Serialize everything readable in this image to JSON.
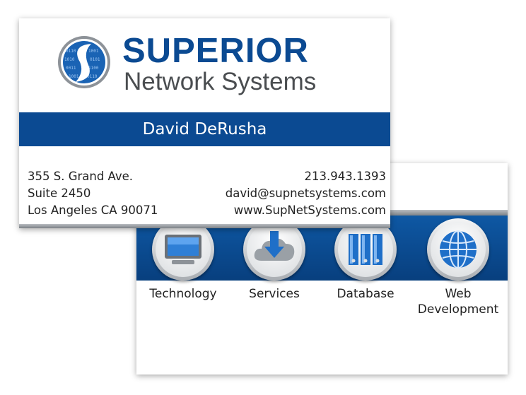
{
  "front": {
    "brand_line1": "SUPERIOR",
    "brand_line2": "Network Systems",
    "name": "David DeRusha",
    "address": [
      "355 S. Grand Ave.",
      "Suite 2450",
      "Los Angeles CA 90071"
    ],
    "contact": [
      "213.943.1393",
      "david@supnetsystems.com",
      "www.SupNetSystems.com"
    ]
  },
  "back": {
    "services": [
      {
        "label": "Technology",
        "icon": "monitor-icon"
      },
      {
        "label": "Services",
        "icon": "cloud-download-icon"
      },
      {
        "label": "Database",
        "icon": "server-rack-icon"
      },
      {
        "label": "Web\nDevelopment",
        "icon": "globe-icon"
      }
    ]
  },
  "colors": {
    "brand_blue": "#0b4a92",
    "band_blue": "#0e58a4",
    "gray_text": "#4a4d50"
  }
}
